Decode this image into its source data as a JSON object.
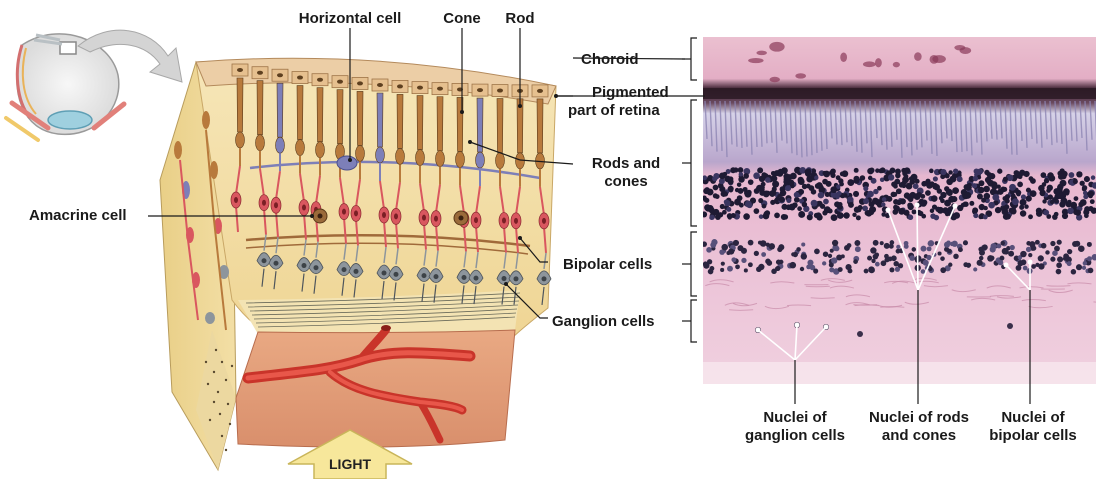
{
  "labels": {
    "horizontal_cell": "Horizontal cell",
    "cone": "Cone",
    "rod": "Rod",
    "amacrine_cell": "Amacrine cell",
    "choroid": "Choroid",
    "pigmented_line1": "Pigmented",
    "pigmented_line2": "part of retina",
    "rods_cones_line1": "Rods and",
    "rods_cones_line2": "cones",
    "bipolar_cells": "Bipolar cells",
    "ganglion_cells": "Ganglion cells",
    "light": "LIGHT",
    "nuclei_ganglion_line1": "Nuclei of",
    "nuclei_ganglion_line2": "ganglion cells",
    "nuclei_rods_line1": "Nuclei of rods",
    "nuclei_rods_line2": "and cones",
    "nuclei_bipolar_line1": "Nuclei of",
    "nuclei_bipolar_line2": "bipolar cells"
  },
  "colors": {
    "rod_cell": "#b87a3c",
    "cone_cell": "#7d7fb8",
    "bipolar_cell": "#d9575f",
    "ganglion_cell": "#8d959c",
    "blood_vessel": "#d63a2a",
    "inner_tissue": "#f1dca2",
    "histology_pink": "#e8b9cf",
    "light_arrow": "#f7e79b"
  }
}
